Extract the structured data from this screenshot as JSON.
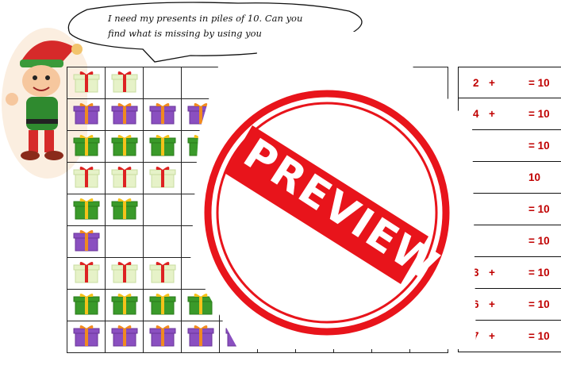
{
  "speech_bubble": {
    "line1": "I need my presents in piles of 10. Can you",
    "line2": "find what is missing by using your num"
  },
  "gift_rows": [
    {
      "type": "light-green-red-bow",
      "count": 2
    },
    {
      "type": "purple-orange-bow",
      "count": 4
    },
    {
      "type": "green-yellow-bow",
      "count": 4
    },
    {
      "type": "light-green-red-bow",
      "count": 3
    },
    {
      "type": "green-yellow-bow",
      "count": 2
    },
    {
      "type": "purple-orange-bow",
      "count": 1
    },
    {
      "type": "light-green-red-bow",
      "count": 3
    },
    {
      "type": "green-yellow-bow",
      "count": 4
    },
    {
      "type": "purple-orange-bow",
      "count": 5
    }
  ],
  "equations": [
    {
      "a": "2",
      "plus": "+",
      "result": "= 10"
    },
    {
      "a": "4",
      "plus": "+",
      "result": "= 10"
    },
    {
      "a": "",
      "plus": "",
      "result": "= 10"
    },
    {
      "a": "",
      "plus": "",
      "result": "10"
    },
    {
      "a": "",
      "plus": "",
      "result": "= 10"
    },
    {
      "a": "",
      "plus": "",
      "result": "= 10"
    },
    {
      "a": "3",
      "plus": "+",
      "result": "= 10"
    },
    {
      "a": "6",
      "plus": "+",
      "result": "= 10"
    },
    {
      "a": "7",
      "plus": "+",
      "result": "= 10"
    }
  ],
  "watermark": {
    "text": "PREVIEW",
    "color": "#e8141b"
  },
  "colors": {
    "equation_text": "#c00000"
  }
}
